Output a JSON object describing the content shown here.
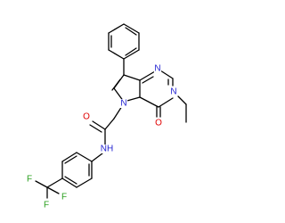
{
  "colors": {
    "background": "#ffffff",
    "bond": "#000000",
    "nitrogen": "#1f1fd0",
    "oxygen": "#e00000",
    "fluorine": "#2aa01e"
  },
  "atoms": {
    "n1": "N",
    "n3": "N",
    "n5": "N",
    "o_ring": "O",
    "o_amide": "O",
    "n_amide": "NH",
    "f1": "F",
    "f2": "F",
    "f3": "F"
  }
}
